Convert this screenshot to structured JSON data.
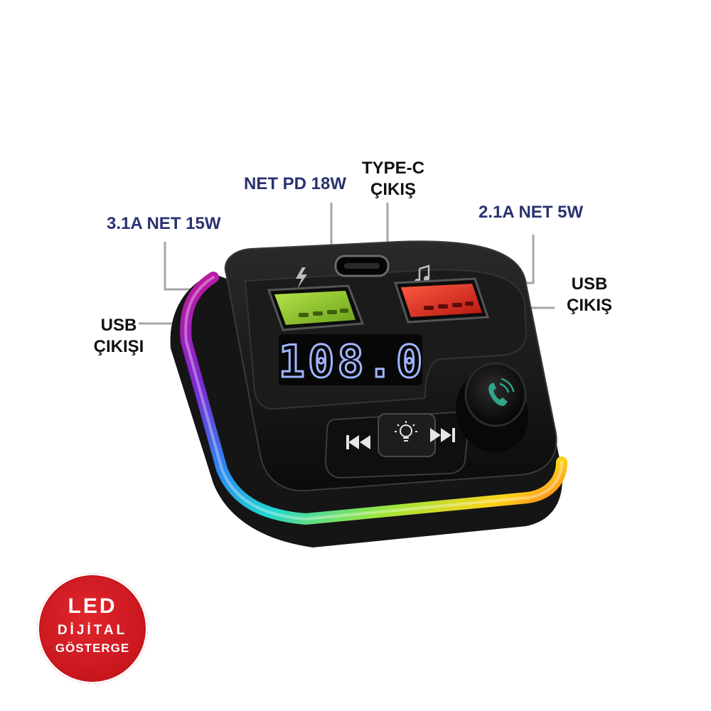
{
  "callouts": {
    "usb_a_left_spec": "3.1A NET 15W",
    "usb_a_left_port_line1": "USB",
    "usb_a_left_port_line2": "ÇIKIŞI",
    "type_c_spec": "NET PD 18W",
    "type_c_port_line1": "TYPE-C",
    "type_c_port_line2": "ÇIKIŞ",
    "usb_a_right_spec": "2.1A NET 5W",
    "usb_a_right_port_line1": "USB",
    "usb_a_right_port_line2": "ÇIKIŞ"
  },
  "device": {
    "display_frequency": "108.0",
    "left_port_icon": "lightning-icon",
    "right_port_icon": "music-note-icon",
    "buttons": [
      "previous-track-icon",
      "light-bulb-icon",
      "next-track-icon"
    ],
    "knob_icon": "phone-call-icon",
    "colors": {
      "body": "#111111",
      "display_digits": "#9fb4ff",
      "left_usb_insert": "#9ccd2a",
      "right_usb_insert": "#e5332a",
      "knob_icon": "#2fa58a"
    }
  },
  "badge": {
    "line1": "LED",
    "line2": "DİJİTAL",
    "line3": "GÖSTERGE",
    "color": "#c8161d"
  }
}
